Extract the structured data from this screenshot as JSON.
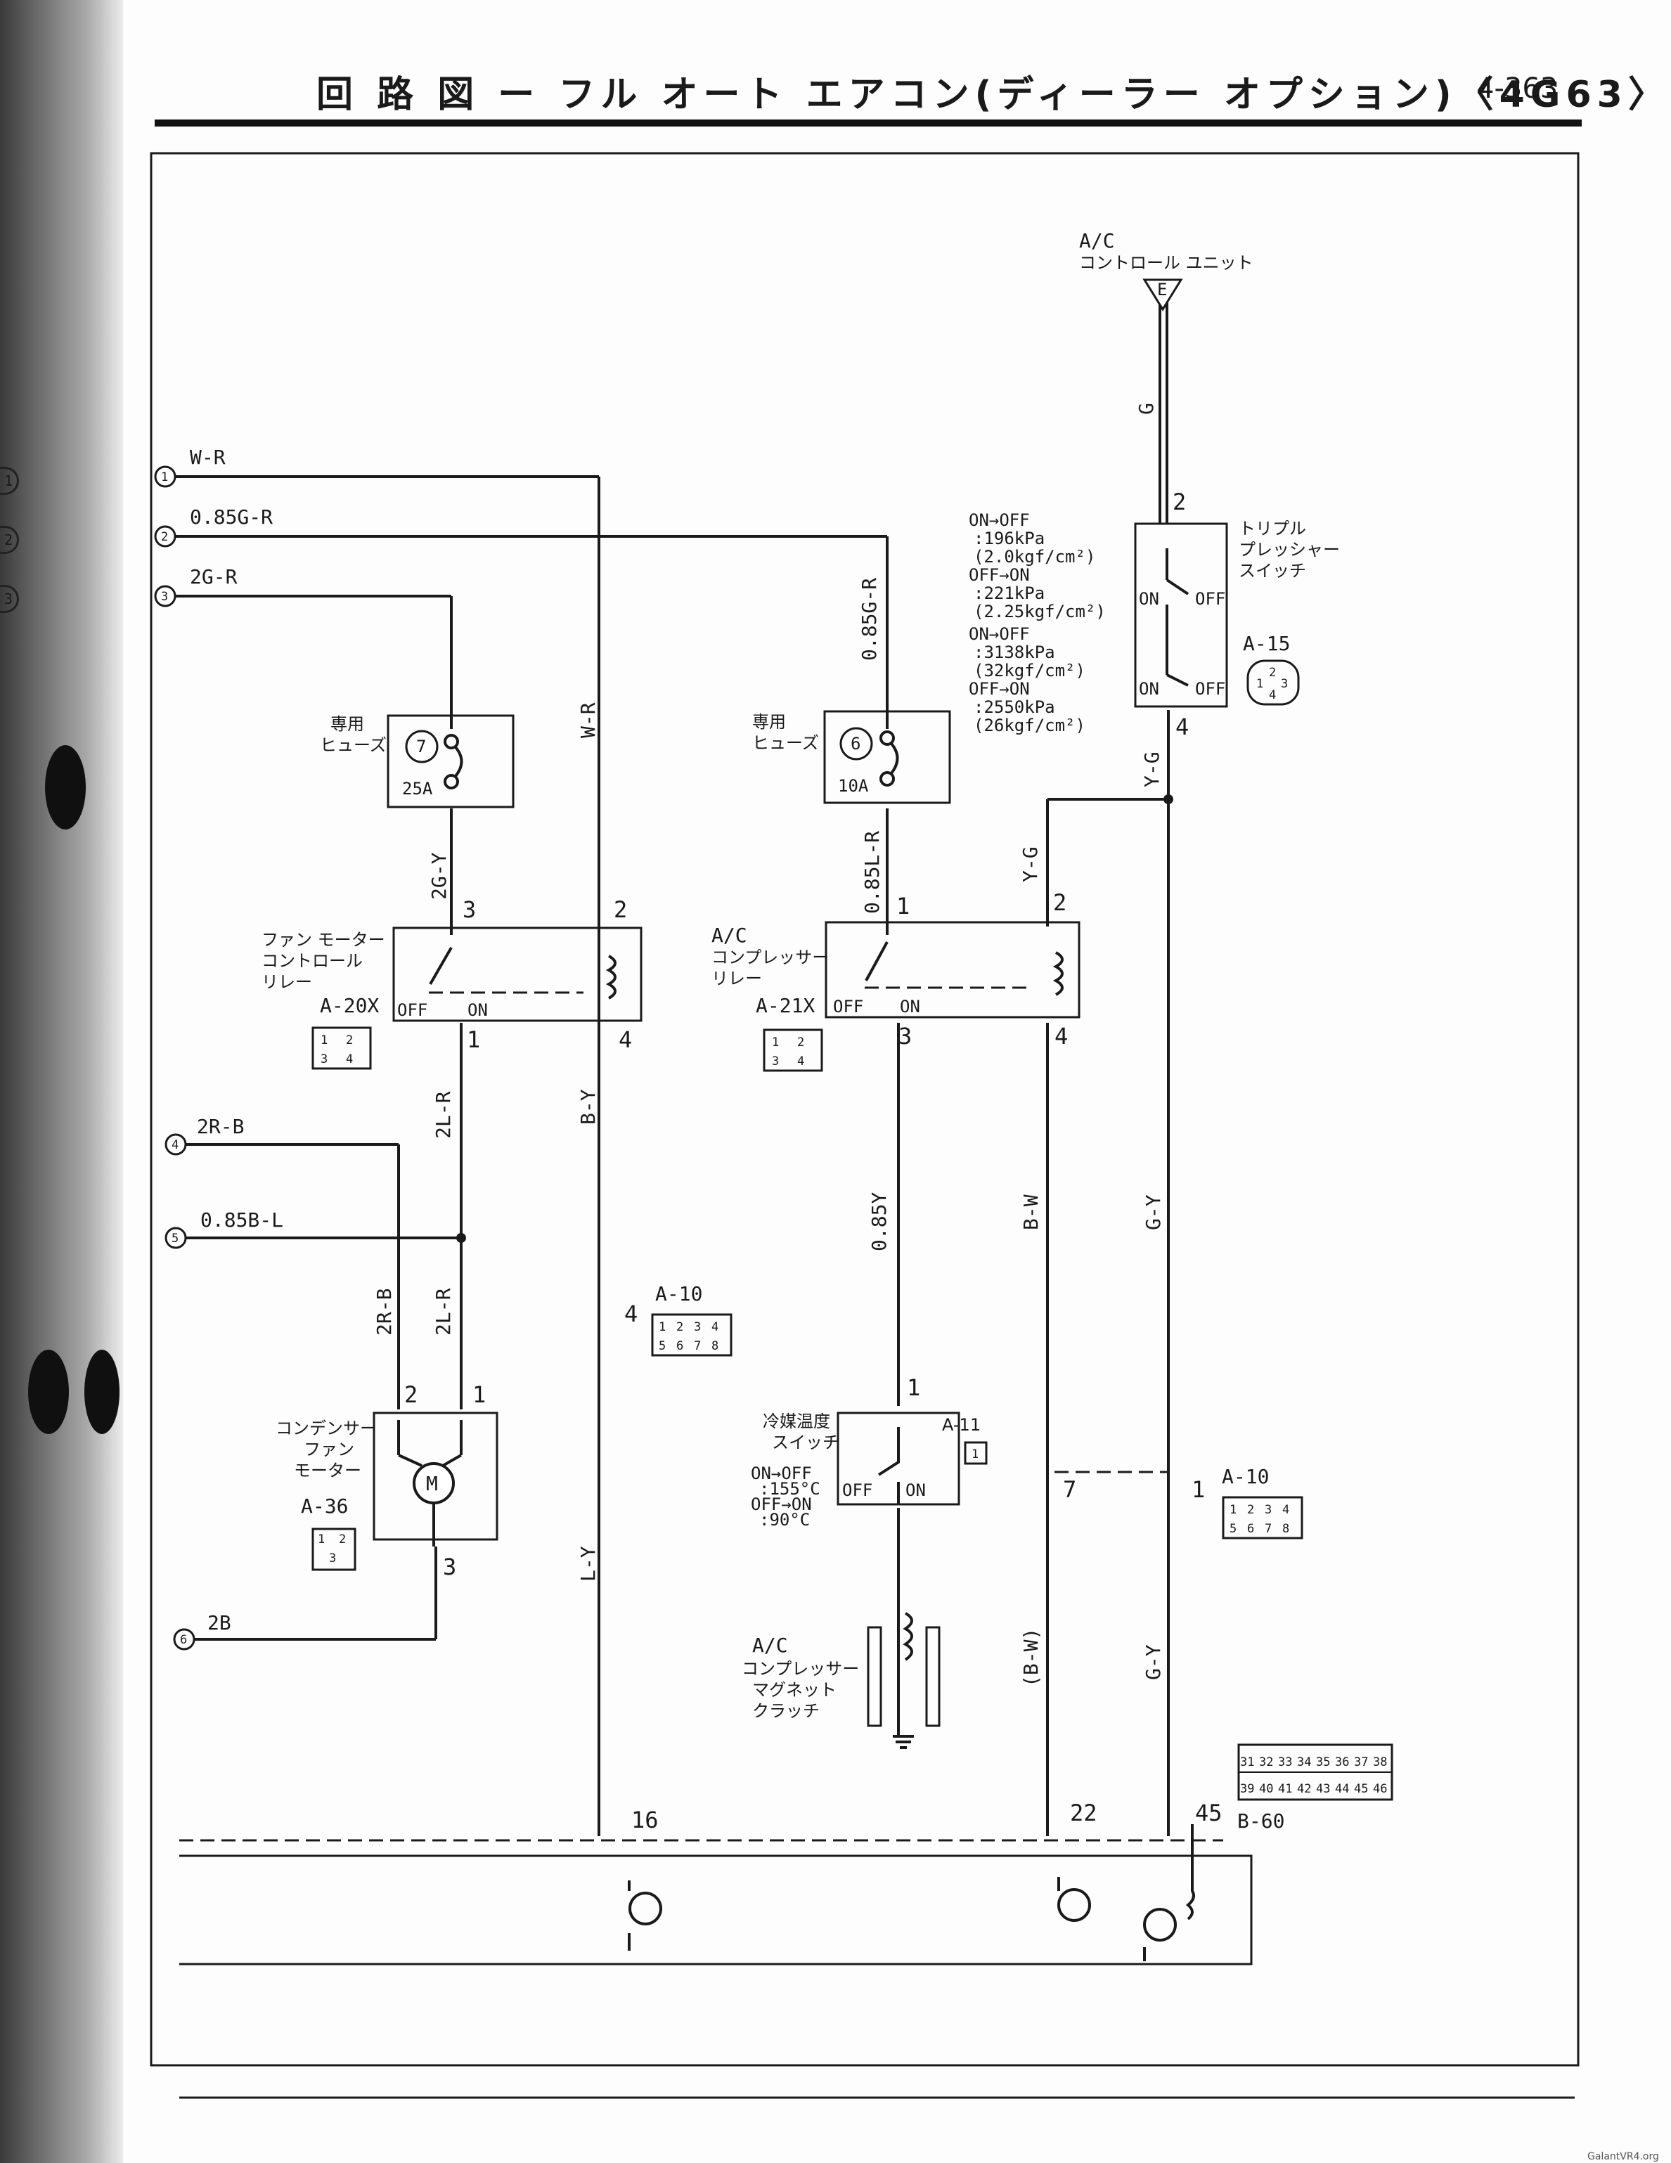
{
  "header": {
    "title": "回 路 図 ー フル オート エアコン(ディーラー オプション)〈4G63〉",
    "page_number": "4-363"
  },
  "previous_page_circles": [
    "1",
    "2",
    "3"
  ],
  "inputs": [
    {
      "num": "1",
      "wire": "W-R"
    },
    {
      "num": "2",
      "wire": "0.85G-R"
    },
    {
      "num": "3",
      "wire": "2G-R"
    },
    {
      "num": "4",
      "wire": "2R-B"
    },
    {
      "num": "5",
      "wire": "0.85B-L"
    },
    {
      "num": "6",
      "wire": "2B"
    }
  ],
  "wire_labels": {
    "wr_vertical": "W-R",
    "g085r_vertical": "0.85G-R",
    "g2y": "2G-Y",
    "l085r": "0.85L-R",
    "yg_top": "Y-G",
    "yg_right": "Y-G",
    "g_top": "G",
    "l2r_a": "2L-R",
    "l2r_b": "2L-R",
    "r2b": "2R-B",
    "by": "B-Y",
    "y085": "0.85Y",
    "bw": "B-W",
    "gy_a": "G-Y",
    "ly": "L-Y",
    "bw_paren": "(B-W)",
    "gy_b": "G-Y"
  },
  "ac_control_unit": {
    "line1": "A/C",
    "line2": "コントロール ユニット",
    "terminal": "E"
  },
  "fuses": [
    {
      "label1": "専用",
      "label2": "ヒューズ",
      "num": "7",
      "rating": "25A"
    },
    {
      "label1": "専用",
      "label2": "ヒューズ",
      "num": "6",
      "rating": "10A"
    }
  ],
  "fan_relay": {
    "label1": "ファン モーター",
    "label2": "コントロール",
    "label3": "リレー",
    "connector": "A-20X",
    "pins": [
      "1",
      "2",
      "3",
      "4"
    ],
    "off": "OFF",
    "on": "ON",
    "t3": "3",
    "t2": "2",
    "t1": "1",
    "t4": "4"
  },
  "comp_relay": {
    "label1": "A/C",
    "label2": "コンプレッサー",
    "label3": "リレー",
    "connector": "A-21X",
    "pins": [
      "1",
      "2",
      "3",
      "4"
    ],
    "off": "OFF",
    "on": "ON",
    "t1": "1",
    "t2": "2",
    "t3": "3",
    "t4": "4"
  },
  "triple_switch": {
    "label1": "トリプル",
    "label2": "プレッシャー",
    "label3": "スイッチ",
    "connector": "A-15",
    "pins": [
      "1",
      "2",
      "3",
      "4"
    ],
    "on": "ON",
    "off": "OFF",
    "t2": "2",
    "t4": "4",
    "specs": [
      "ON→OFF",
      ":196kPa",
      "(2.0kgf/cm²)",
      "OFF→ON",
      ":221kPa",
      "(2.25kgf/cm²)",
      "ON→OFF",
      ":3138kPa",
      "(32kgf/cm²)",
      "OFF→ON",
      ":2550kPa",
      "(26kgf/cm²)"
    ]
  },
  "condenser_motor": {
    "label1": "コンデンサー",
    "label2": "ファン",
    "label3": "モーター",
    "connector": "A-36",
    "pins": [
      "1",
      "2",
      "3"
    ],
    "symbol": "M",
    "t1": "1",
    "t2": "2",
    "t3": "3"
  },
  "temp_switch": {
    "label1": "冷媒温度",
    "label2": "スイッチ",
    "connector": "A-11",
    "pin": "1",
    "spec1": "ON→OFF",
    "spec2": ":155°C",
    "spec3": "OFF→ON",
    "spec4": ":90°C",
    "off": "OFF",
    "on": "ON",
    "t1": "1"
  },
  "clutch": {
    "label1": "A/C",
    "label2": "コンプレッサー",
    "label3": "マグネット",
    "label4": "クラッチ"
  },
  "connector_a10": {
    "name": "A-10",
    "pins": [
      "1",
      "2",
      "3",
      "4",
      "5",
      "6",
      "7",
      "8"
    ],
    "pin_left": "4",
    "pin_b": "7",
    "pin_c": "1"
  },
  "connector_b60": {
    "name": "B-60",
    "pins": [
      "31",
      "32",
      "33",
      "34",
      "35",
      "36",
      "37",
      "38",
      "39",
      "40",
      "41",
      "42",
      "43",
      "44",
      "45",
      "46"
    ],
    "t16": "16",
    "t22": "22",
    "t45": "45"
  },
  "watermark": "GalantVR4.org"
}
